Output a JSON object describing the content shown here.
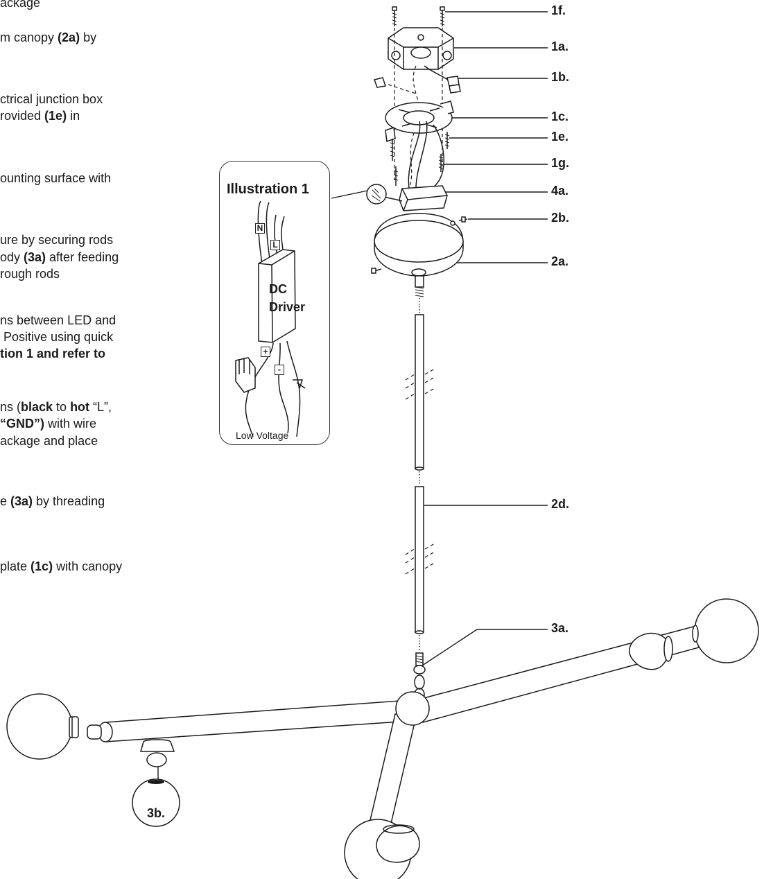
{
  "instructions": [
    {
      "segments": [
        {
          "t": "ackage",
          "b": false
        }
      ]
    },
    {
      "segments": [
        {
          "t": "m canopy ",
          "b": false
        },
        {
          "t": "(2a)",
          "b": true
        },
        {
          "t": " by",
          "b": false
        }
      ]
    },
    {
      "segments": [
        {
          "t": "ctrical junction box",
          "b": false
        }
      ]
    },
    {
      "segments": [
        {
          "t": "rovided ",
          "b": false
        },
        {
          "t": "(1e)",
          "b": true
        },
        {
          "t": " in",
          "b": false
        }
      ]
    },
    {
      "segments": [
        {
          "t": "ounting surface with",
          "b": false
        }
      ]
    },
    {
      "segments": [
        {
          "t": "ure by securing rods",
          "b": false
        }
      ]
    },
    {
      "segments": [
        {
          "t": "ody ",
          "b": false
        },
        {
          "t": "(3a)",
          "b": true
        },
        {
          "t": " after feeding",
          "b": false
        }
      ]
    },
    {
      "segments": [
        {
          "t": "rough rods",
          "b": false
        }
      ]
    },
    {
      "segments": [
        {
          "t": "ns between LED and",
          "b": false
        }
      ]
    },
    {
      "segments": [
        {
          "t": " Positive using quick",
          "b": false
        }
      ]
    },
    {
      "segments": [
        {
          "t": "tion 1 and refer to",
          "b": true
        }
      ]
    },
    {
      "segments": [
        {
          "t": "ns (",
          "b": false
        },
        {
          "t": "black",
          "b": true
        },
        {
          "t": " to ",
          "b": false
        },
        {
          "t": "hot",
          "b": true
        },
        {
          "t": " “L”,",
          "b": false
        }
      ]
    },
    {
      "segments": [
        {
          "t": "“GND”)",
          "b": true
        },
        {
          "t": " with wire",
          "b": false
        }
      ]
    },
    {
      "segments": [
        {
          "t": "ackage and place",
          "b": false
        }
      ]
    },
    {
      "segments": [
        {
          "t": "e ",
          "b": false
        },
        {
          "t": "(3a)",
          "b": true
        },
        {
          "t": " by threading",
          "b": false
        }
      ]
    },
    {
      "segments": [
        {
          "t": "plate ",
          "b": false
        },
        {
          "t": "(1c)",
          "b": true
        },
        {
          "t": " with canopy",
          "b": false
        }
      ]
    }
  ],
  "callouts": {
    "c1f": "1f.",
    "c1a": "1a.",
    "c1b": "1b.",
    "c1c": "1c.",
    "c1e": "1e.",
    "c1g": "1g.",
    "c4a": "4a.",
    "c2b": "2b.",
    "c2a": "2a.",
    "c2d": "2d.",
    "c3a": "3a.",
    "c3b": "3b."
  },
  "illustration": {
    "title": "Illustration 1",
    "driver_line1": "DC",
    "driver_line2": "Driver",
    "tag_n": "N",
    "tag_l": "L",
    "tag_plus": "+",
    "tag_minus": "-",
    "footer": "Low Voltage"
  }
}
